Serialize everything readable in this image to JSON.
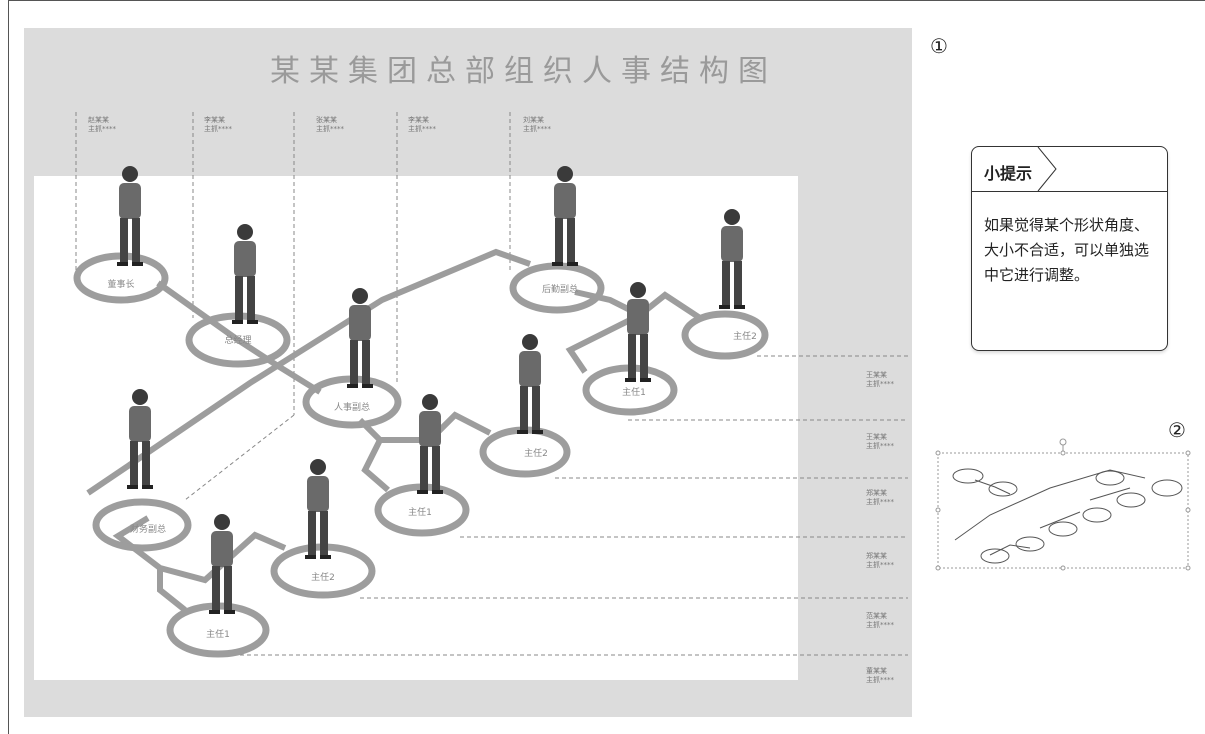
{
  "title": "某某集团总部组织人事结构图",
  "top_people": [
    {
      "name": "赵某某",
      "role": "主抓****"
    },
    {
      "name": "李某某",
      "role": "主抓****"
    },
    {
      "name": "张某某",
      "role": "主抓****"
    },
    {
      "name": "李某某",
      "role": "主抓****"
    },
    {
      "name": "刘某某",
      "role": "主抓****"
    }
  ],
  "side_people": [
    {
      "name": "王某某",
      "role": "主抓****"
    },
    {
      "name": "王某某",
      "role": "主抓****"
    },
    {
      "name": "郑某某",
      "role": "主抓****"
    },
    {
      "name": "郑某某",
      "role": "主抓****"
    },
    {
      "name": "范某某",
      "role": "主抓****"
    },
    {
      "name": "董某某",
      "role": "主抓****"
    }
  ],
  "nodes": [
    {
      "id": "chairman",
      "label": "董事长"
    },
    {
      "id": "gm",
      "label": "总经理"
    },
    {
      "id": "hr-vp",
      "label": "人事副总"
    },
    {
      "id": "logistics-vp",
      "label": "后勤副总"
    },
    {
      "id": "finance-vp",
      "label": "财务副总"
    },
    {
      "id": "lg-dir1",
      "label": "主任1"
    },
    {
      "id": "lg-dir2",
      "label": "主任2"
    },
    {
      "id": "hr-dir1",
      "label": "主任1"
    },
    {
      "id": "hr-dir2",
      "label": "主任2"
    },
    {
      "id": "fin-dir1",
      "label": "主任1"
    },
    {
      "id": "fin-dir2",
      "label": "主任2"
    }
  ],
  "markers": {
    "one": "①",
    "two": "②"
  },
  "tip": {
    "title": "小提示",
    "body": "如果觉得某个形状角度、大小不合适，可以单独选中它进行调整。"
  },
  "colors": {
    "slide_bg": "#dcdcdc",
    "node_stroke": "#999999",
    "connector": "#999999"
  }
}
